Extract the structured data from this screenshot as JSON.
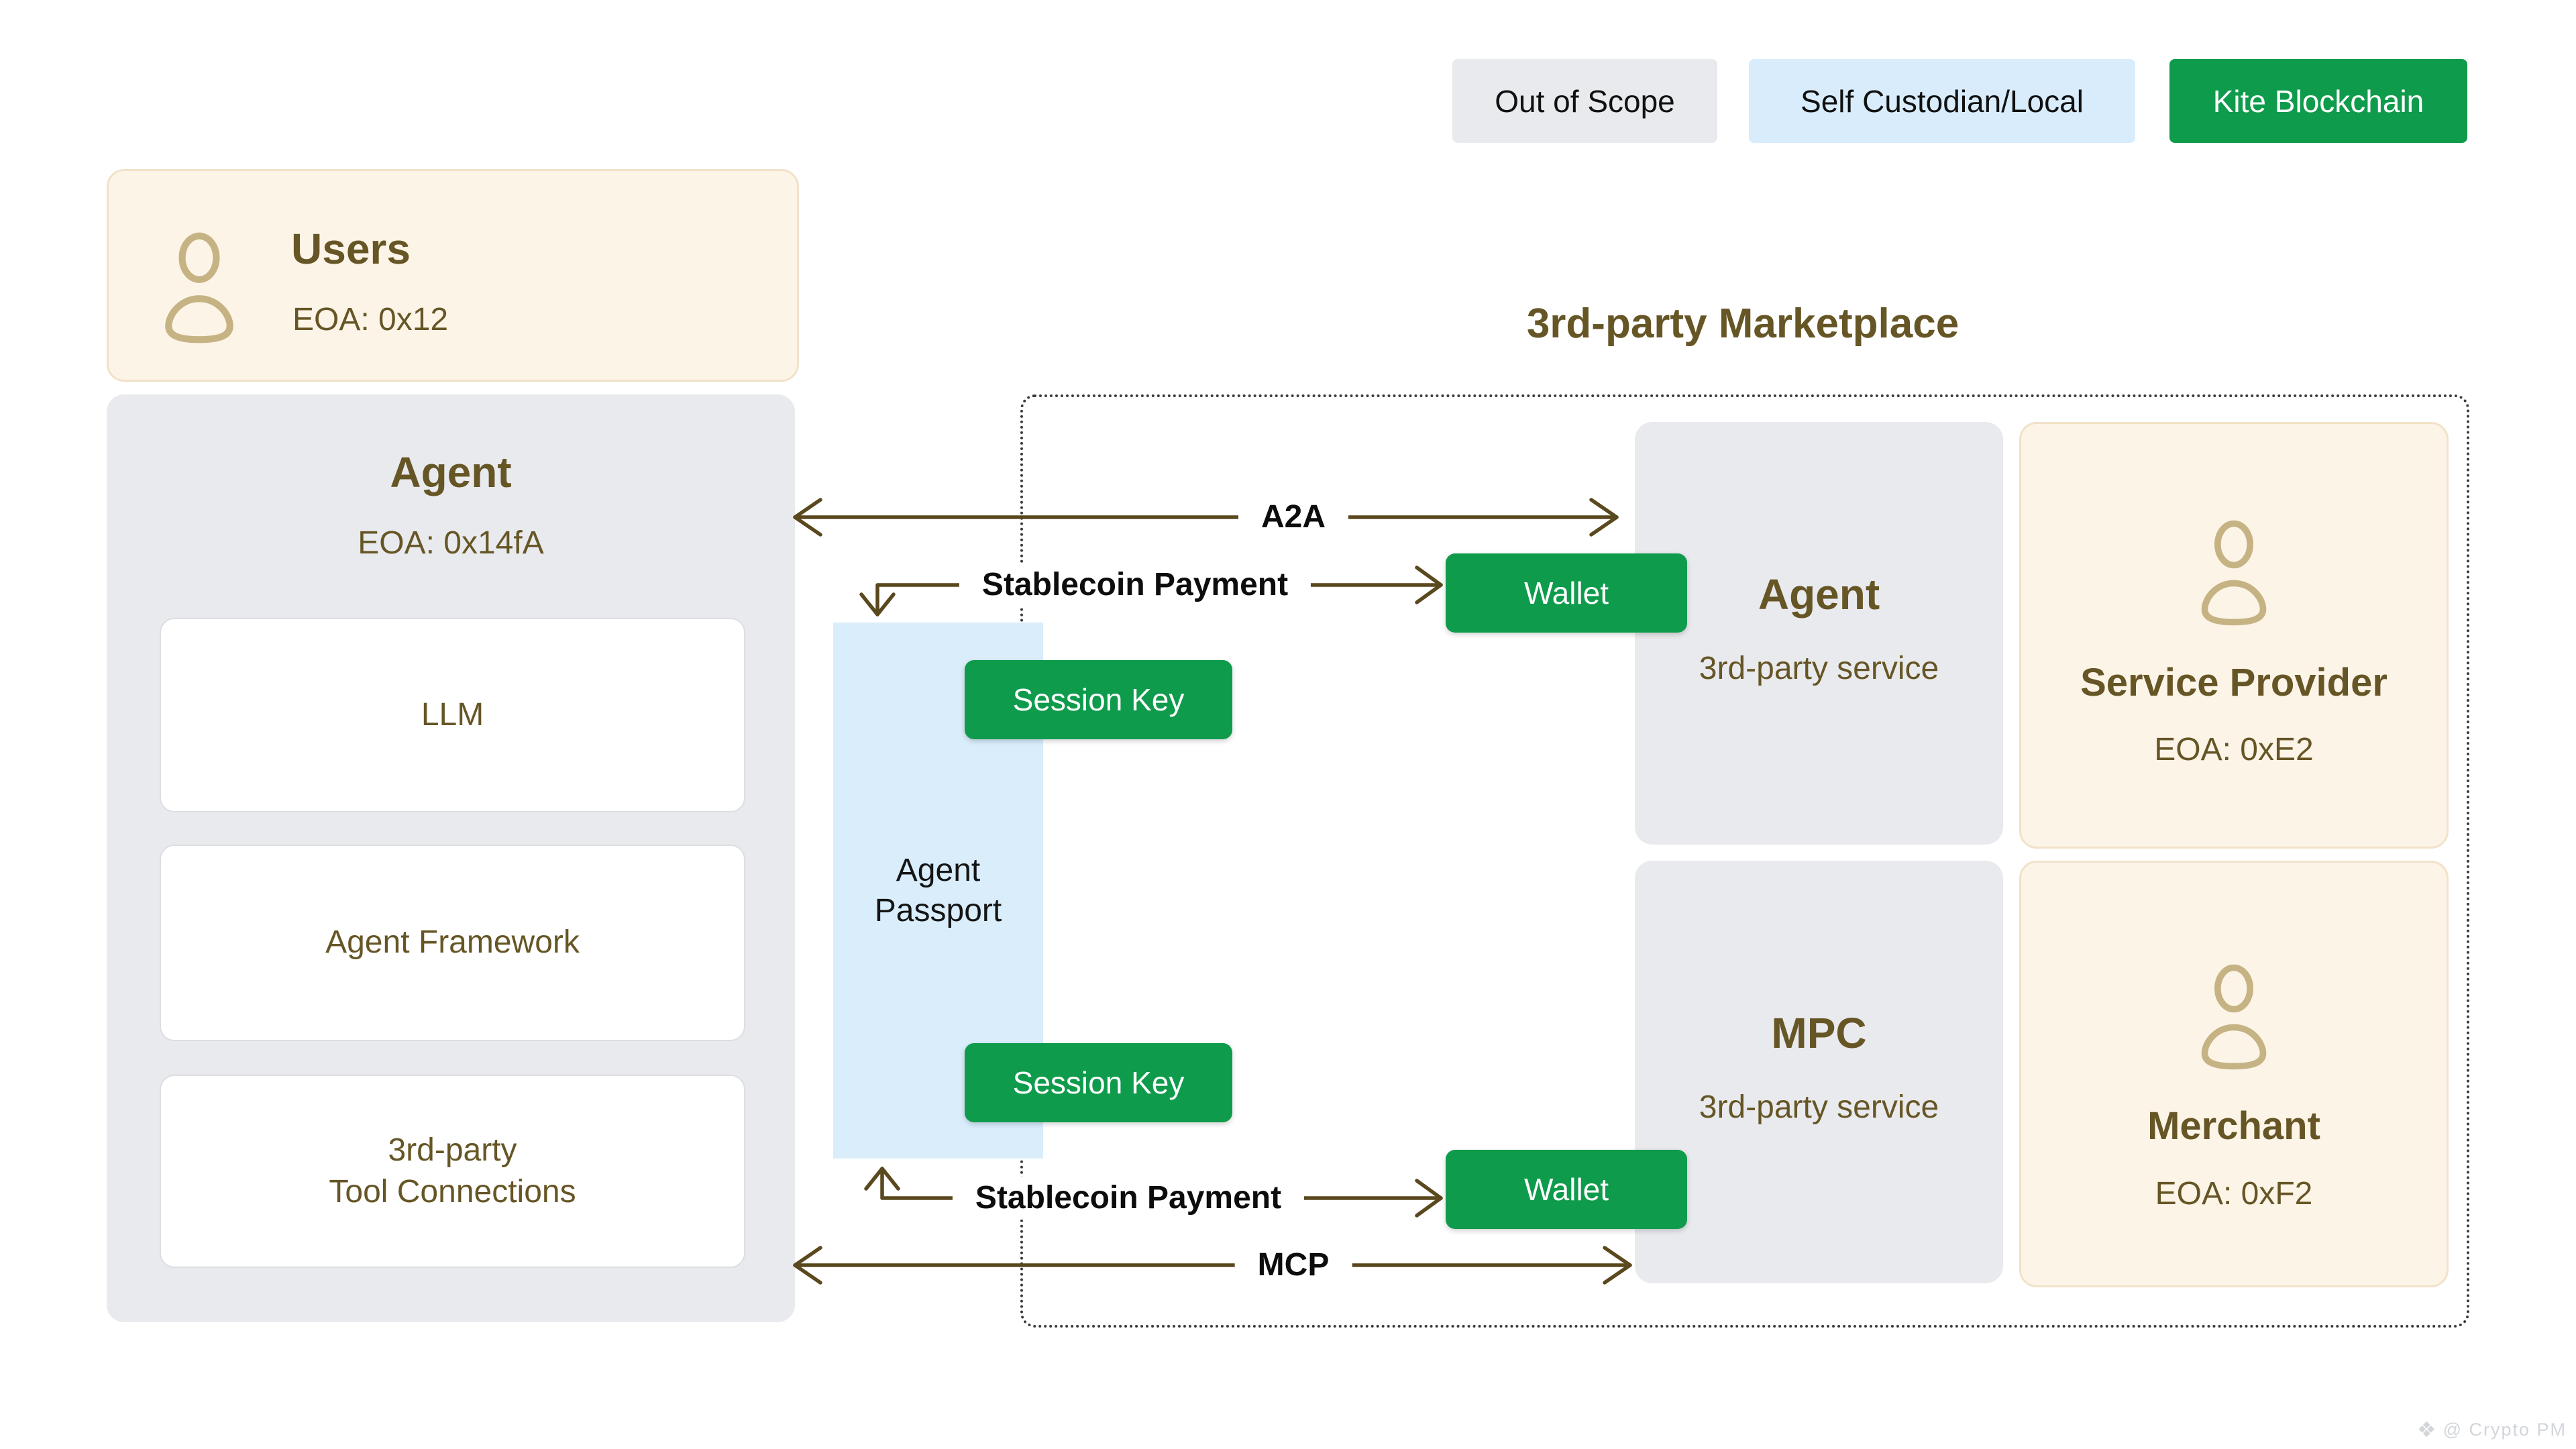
{
  "colors": {
    "out_of_scope_bg": "#e8eaed",
    "self_custodian_bg": "#d9ecfb",
    "kite_green": "#0f9b4c",
    "card_gray": "#e9eaee",
    "card_cream": "#fdf4e8",
    "cream_border": "#f1e2c8",
    "passport_blue": "#d9edfb",
    "button_green": "#0f9b4c",
    "olive_text": "#665626",
    "arrow_brown": "#5a481e",
    "icon_tan": "#c6b384",
    "watermark_gray": "#d2d6db"
  },
  "legend": {
    "items": [
      {
        "label": "Out of Scope"
      },
      {
        "label": "Self Custodian/Local"
      },
      {
        "label": "Kite Blockchain"
      }
    ]
  },
  "users_card": {
    "title": "Users",
    "eoa": "EOA: 0x12"
  },
  "agent_card": {
    "title": "Agent",
    "eoa": "EOA: 0x14fA",
    "modules": [
      {
        "label": "LLM"
      },
      {
        "label": "Agent Framework"
      },
      {
        "line1": "3rd-party",
        "line2": "Tool Connections"
      }
    ]
  },
  "passport": {
    "line1": "Agent",
    "line2": "Passport"
  },
  "buttons": {
    "session_key_top": "Session Key",
    "session_key_bottom": "Session Key",
    "wallet_top": "Wallet",
    "wallet_bottom": "Wallet"
  },
  "connections": {
    "a2a": "A2A",
    "stablecoin_top": "Stablecoin Payment",
    "stablecoin_bottom": "Stablecoin Payment",
    "mcp": "MCP"
  },
  "marketplace": {
    "title": "3rd-party Marketplace",
    "agent_card": {
      "title": "Agent",
      "subtitle": "3rd-party service"
    },
    "service_provider_card": {
      "title": "Service Provider",
      "eoa": "EOA: 0xE2"
    },
    "mpc_card": {
      "title": "MPC",
      "subtitle": "3rd-party service"
    },
    "merchant_card": {
      "title": "Merchant",
      "eoa": "EOA: 0xF2"
    }
  },
  "watermark": {
    "logo_glyph": "❖",
    "text": "@ Crypto PM"
  }
}
